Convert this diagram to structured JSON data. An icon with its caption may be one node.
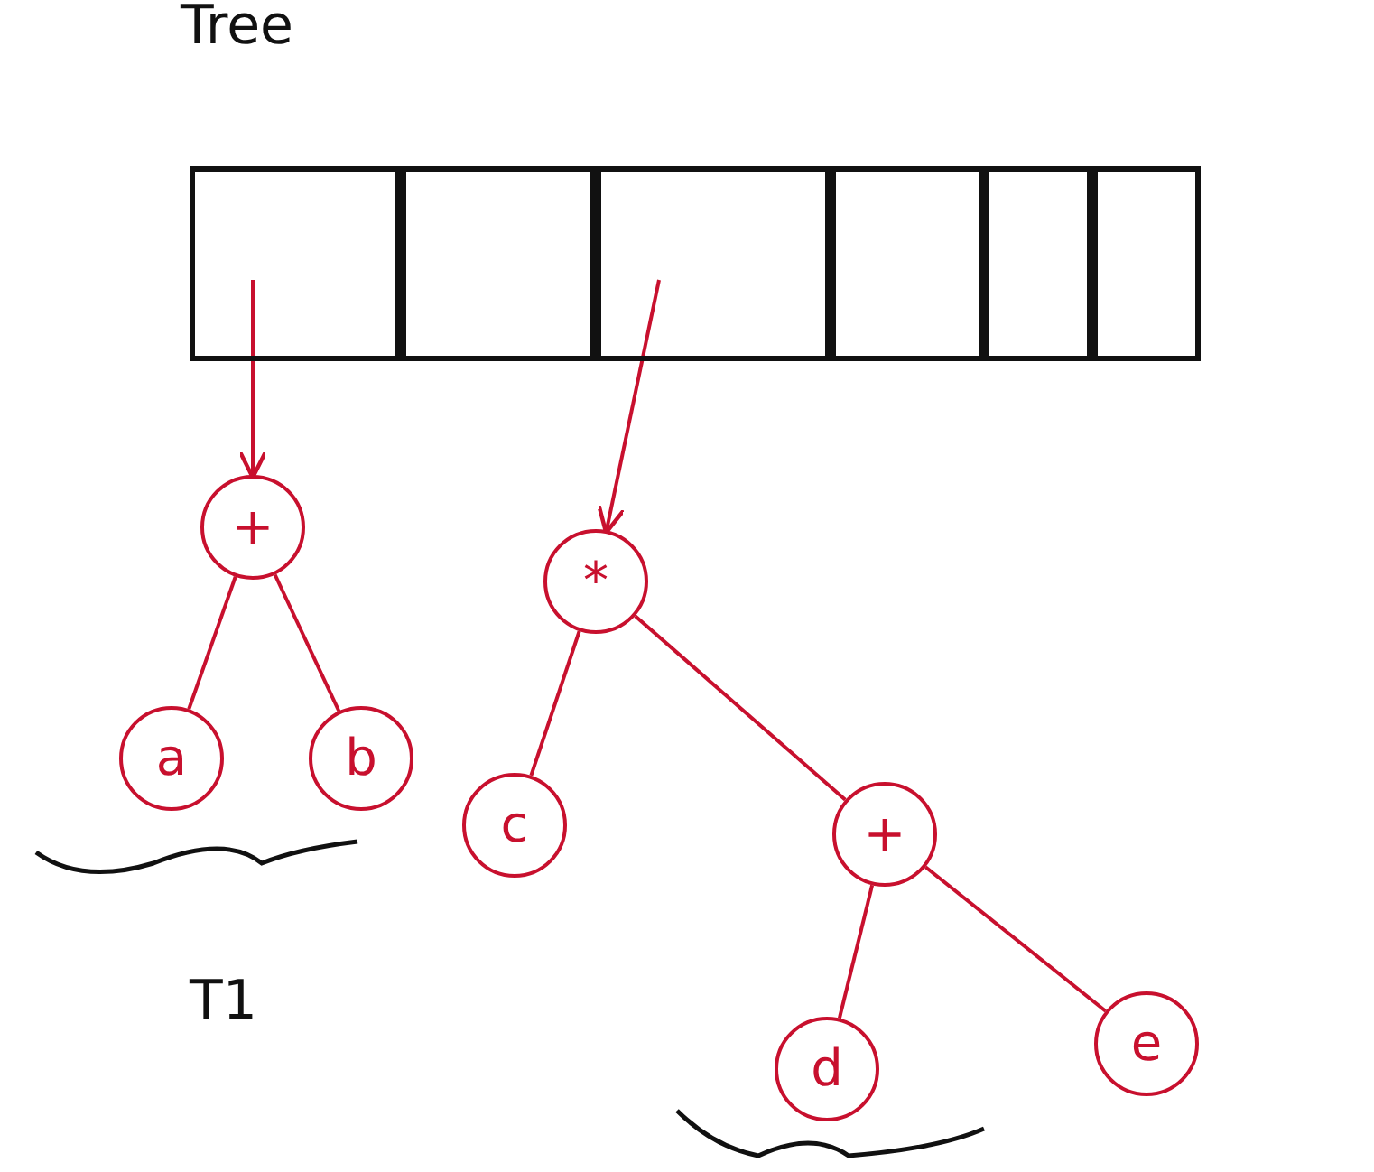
{
  "diagram": {
    "nodes": [
      {
        "text": [],
        "shape": "box"
      },
      {
        "text": [],
        "shape": "box"
      },
      {
        "text": [],
        "shape": "box"
      },
      {
        "text": [],
        "shape": "box"
      },
      {
        "text": [],
        "shape": "box"
      },
      {
        "text": [],
        "shape": "box"
      },
      {
        "text": [
          "+"
        ]
      },
      {
        "text": [
          "a"
        ]
      },
      {
        "text": [
          "b"
        ]
      },
      {
        "text": [
          "*"
        ]
      },
      {
        "text": [
          "c"
        ]
      },
      {
        "text": [
          "+"
        ]
      },
      {
        "text": [
          "d"
        ]
      },
      {
        "text": [
          "e"
        ]
      }
    ],
    "edges": [
      {
        "from": 0,
        "to": 6,
        "arrow": "to"
      },
      {
        "from": 2,
        "to": 9,
        "arrow": "to"
      },
      {
        "from": 6,
        "to": 7,
        "arrow": "none"
      },
      {
        "from": 6,
        "to": 8,
        "arrow": "none"
      },
      {
        "from": 9,
        "to": 10,
        "arrow": "none"
      },
      {
        "from": 9,
        "to": 11,
        "arrow": "none"
      },
      {
        "from": 11,
        "to": 12,
        "arrow": "none"
      },
      {
        "from": 11,
        "to": 13,
        "arrow": "none"
      }
    ],
    "labels": [
      "Tree",
      "T1"
    ]
  }
}
